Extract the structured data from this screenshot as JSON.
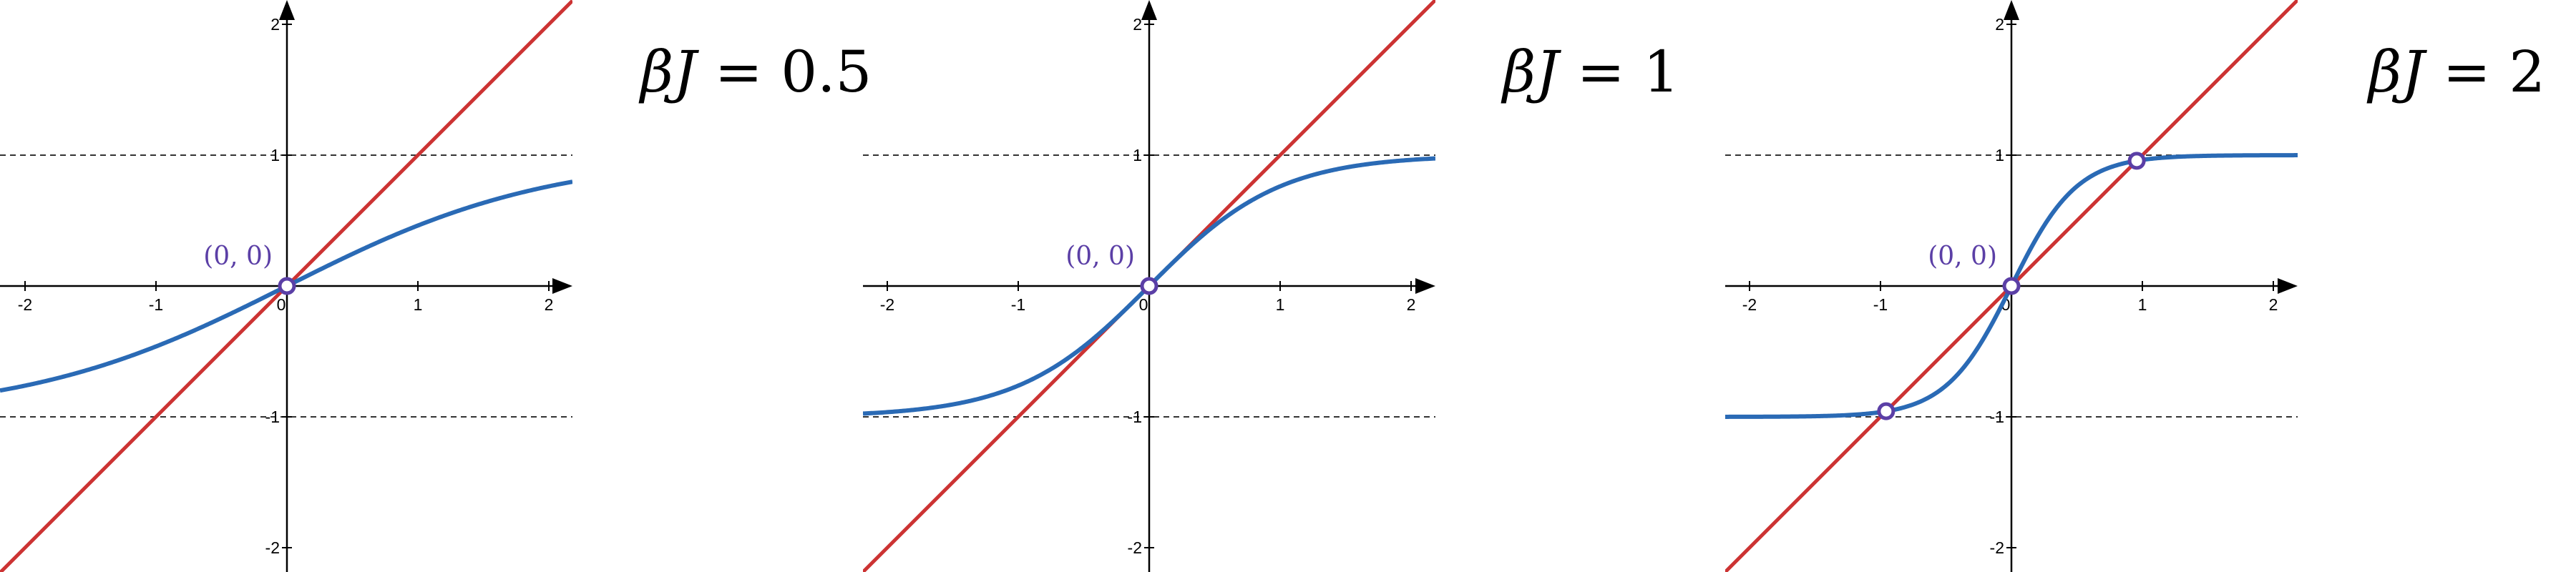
{
  "chart_data": [
    {
      "type": "line",
      "title": "βJ = 0.5",
      "title_parts": {
        "symbol": "βJ",
        "relation": " = ",
        "value": "0.5"
      },
      "beta_j": 0.5,
      "xlim": [
        -2.2,
        2.2
      ],
      "ylim": [
        -2.2,
        2.2
      ],
      "x_ticks": [
        "-2",
        "-1",
        "0",
        "1",
        "2"
      ],
      "y_ticks": [
        "2",
        "1",
        "-1",
        "-2"
      ],
      "reference_lines_y": [
        1,
        -1
      ],
      "series": [
        {
          "function": "y = x",
          "color": "#cc3333"
        },
        {
          "function": "y = tanh(0.5 x)",
          "color": "#2a6ab5"
        }
      ],
      "points": [
        {
          "x": 0,
          "y": 0,
          "label": "(0, 0)"
        }
      ],
      "grid": false
    },
    {
      "type": "line",
      "title": "βJ = 1",
      "title_parts": {
        "symbol": "βJ",
        "relation": " = ",
        "value": "1"
      },
      "beta_j": 1,
      "xlim": [
        -2.2,
        2.2
      ],
      "ylim": [
        -2.2,
        2.2
      ],
      "x_ticks": [
        "-2",
        "-1",
        "0",
        "1",
        "2"
      ],
      "y_ticks": [
        "2",
        "1",
        "-1",
        "-2"
      ],
      "reference_lines_y": [
        1,
        -1
      ],
      "series": [
        {
          "function": "y = x",
          "color": "#cc3333"
        },
        {
          "function": "y = tanh(x)",
          "color": "#2a6ab5"
        }
      ],
      "points": [
        {
          "x": 0,
          "y": 0,
          "label": "(0, 0)"
        }
      ],
      "grid": false
    },
    {
      "type": "line",
      "title": "βJ = 2",
      "title_parts": {
        "symbol": "βJ",
        "relation": " = ",
        "value": "2"
      },
      "beta_j": 2,
      "xlim": [
        -2.2,
        2.2
      ],
      "ylim": [
        -2.2,
        2.2
      ],
      "x_ticks": [
        "-2",
        "-1",
        "0",
        "1",
        "2"
      ],
      "y_ticks": [
        "2",
        "1",
        "-1",
        "-2"
      ],
      "reference_lines_y": [
        1,
        -1
      ],
      "series": [
        {
          "function": "y = x",
          "color": "#cc3333"
        },
        {
          "function": "y = tanh(2 x)",
          "color": "#2a6ab5"
        }
      ],
      "points": [
        {
          "x": 0,
          "y": 0,
          "label": "(0, 0)"
        },
        {
          "x": 0.957,
          "y": 0.957,
          "label": ""
        },
        {
          "x": -0.957,
          "y": -0.957,
          "label": ""
        }
      ],
      "grid": false
    }
  ],
  "colors": {
    "identity_line": "#cc3333",
    "tanh_curve": "#2a6ab5",
    "fixed_point_stroke": "#5b3fa6",
    "point_label": "#5b3fa6",
    "dashed_reference": "#333333"
  }
}
